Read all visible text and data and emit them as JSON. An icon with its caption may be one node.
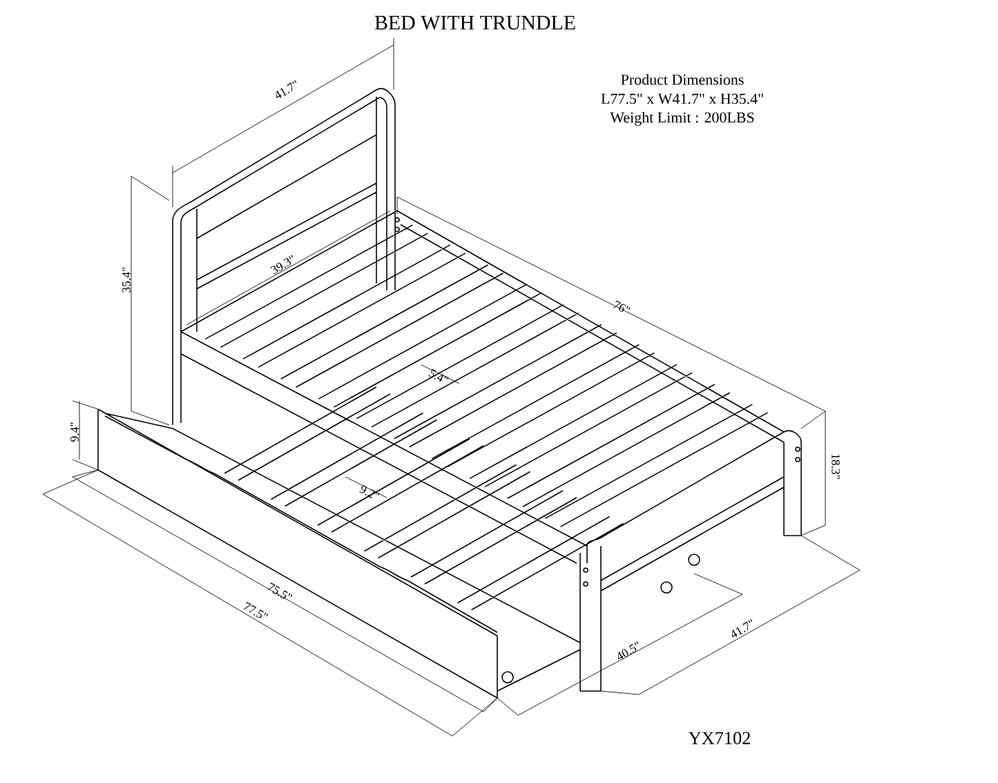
{
  "diagram": {
    "title": "BED WITH TRUNDLE",
    "labels": [
      "Product Dimensions",
      "L77.5\" x W41.7\" x H35.4\"",
      "Weight Limit : 200LBS",
      "41.7\"",
      "35.4\"",
      "39.3\"",
      "76\"",
      "5.4\"",
      "9.4\"",
      "18.3\"",
      "9.2\"",
      "75.5\"",
      "77.5\"",
      "40.5\"",
      "41.7\"",
      "YX7102"
    ]
  }
}
